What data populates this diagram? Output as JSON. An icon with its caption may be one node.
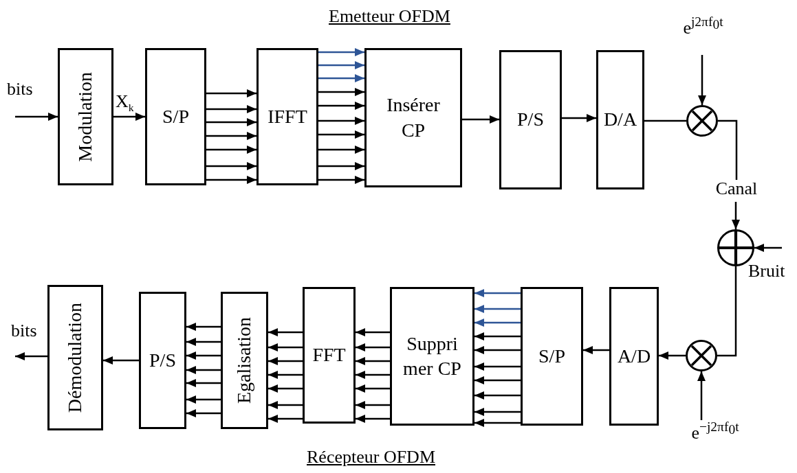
{
  "diagram": {
    "nodes": [
      {
        "text": [
          "Modulation"
        ]
      },
      {
        "text": [
          "S/P"
        ]
      },
      {
        "text": [
          "IFFT"
        ]
      },
      {
        "text": [
          "Insérer CP"
        ]
      },
      {
        "text": [
          "P/S"
        ]
      },
      {
        "text": [
          "D/A"
        ]
      },
      {
        "text": [
          "e$^{j2πf}$$_{0}$$^{t}$"
        ]
      },
      {
        "text": [],
        "shape": "circle"
      },
      {
        "text": [
          "Canal"
        ]
      },
      {
        "text": [],
        "shape": "circle"
      },
      {
        "text": [
          "Démodulation"
        ]
      },
      {
        "text": [
          "P/S"
        ]
      },
      {
        "text": [
          "Egalisation"
        ]
      },
      {
        "text": [
          "FFT"
        ]
      },
      {
        "text": [
          "Suppri mer CP"
        ]
      },
      {
        "text": [
          "S/P"
        ]
      },
      {
        "text": [
          "A/D"
        ]
      },
      {
        "text": [],
        "shape": "circle"
      },
      {
        "text": [
          "e$^{−j2πf}$$_{0}$$^{t}$"
        ]
      }
    ],
    "edges": [
      {
        "from": null,
        "to": 0,
        "arrow": "to",
        "label": "bits"
      },
      {
        "from": 0,
        "to": 1,
        "arrow": "to",
        "label": "X$_{k}$"
      },
      {
        "from": 1,
        "to": 2,
        "arrow": "to"
      },
      {
        "from": 1,
        "to": 2,
        "arrow": "to"
      },
      {
        "from": 1,
        "to": 2,
        "arrow": "to"
      },
      {
        "from": 1,
        "to": 2,
        "arrow": "to"
      },
      {
        "from": 1,
        "to": 2,
        "arrow": "to"
      },
      {
        "from": 1,
        "to": 2,
        "arrow": "to"
      },
      {
        "from": 1,
        "to": 2,
        "arrow": "to"
      },
      {
        "from": 2,
        "to": 3,
        "arrow": "to",
        "color": "#2e5596"
      },
      {
        "from": 2,
        "to": 3,
        "arrow": "to",
        "color": "#2e5596"
      },
      {
        "from": 2,
        "to": 3,
        "arrow": "to",
        "color": "#2e5596"
      },
      {
        "from": 2,
        "to": 3,
        "arrow": "to"
      },
      {
        "from": 2,
        "to": 3,
        "arrow": "to"
      },
      {
        "from": 2,
        "to": 3,
        "arrow": "to"
      },
      {
        "from": 2,
        "to": 3,
        "arrow": "to"
      },
      {
        "from": 2,
        "to": 3,
        "arrow": "to"
      },
      {
        "from": 2,
        "to": 3,
        "arrow": "to"
      },
      {
        "from": 2,
        "to": 3,
        "arrow": "to"
      },
      {
        "from": 3,
        "to": 4,
        "arrow": "to"
      },
      {
        "from": 4,
        "to": 5,
        "arrow": "to"
      },
      {
        "from": 5,
        "to": 7,
        "arrow": "none"
      },
      {
        "from": 6,
        "to": 7,
        "arrow": "to"
      },
      {
        "from": 7,
        "to": 8,
        "arrow": "none"
      },
      {
        "from": 8,
        "to": 9,
        "arrow": "to"
      },
      {
        "from": null,
        "to": 9,
        "arrow": "to",
        "label": "Bruit"
      },
      {
        "from": 9,
        "to": 17,
        "arrow": "none"
      },
      {
        "from": 18,
        "to": 17,
        "arrow": "to"
      },
      {
        "from": 17,
        "to": 16,
        "arrow": "to"
      },
      {
        "from": 16,
        "to": 15,
        "arrow": "to"
      },
      {
        "from": 15,
        "to": 14,
        "arrow": "to",
        "color": "#2e5596"
      },
      {
        "from": 15,
        "to": 14,
        "arrow": "to",
        "color": "#2e5596"
      },
      {
        "from": 15,
        "to": 14,
        "arrow": "to",
        "color": "#2e5596"
      },
      {
        "from": 15,
        "to": 14,
        "arrow": "to"
      },
      {
        "from": 15,
        "to": 14,
        "arrow": "to"
      },
      {
        "from": 15,
        "to": 14,
        "arrow": "to"
      },
      {
        "from": 15,
        "to": 14,
        "arrow": "to"
      },
      {
        "from": 15,
        "to": 14,
        "arrow": "to"
      },
      {
        "from": 15,
        "to": 14,
        "arrow": "to"
      },
      {
        "from": 15,
        "to": 14,
        "arrow": "to"
      },
      {
        "from": 14,
        "to": 13,
        "arrow": "to"
      },
      {
        "from": 14,
        "to": 13,
        "arrow": "to"
      },
      {
        "from": 14,
        "to": 13,
        "arrow": "to"
      },
      {
        "from": 14,
        "to": 13,
        "arrow": "to"
      },
      {
        "from": 14,
        "to": 13,
        "arrow": "to"
      },
      {
        "from": 14,
        "to": 13,
        "arrow": "to"
      },
      {
        "from": 14,
        "to": 13,
        "arrow": "to"
      },
      {
        "from": 13,
        "to": 12,
        "arrow": "to"
      },
      {
        "from": 13,
        "to": 12,
        "arrow": "to"
      },
      {
        "from": 13,
        "to": 12,
        "arrow": "to"
      },
      {
        "from": 13,
        "to": 12,
        "arrow": "to"
      },
      {
        "from": 13,
        "to": 12,
        "arrow": "to"
      },
      {
        "from": 13,
        "to": 12,
        "arrow": "to"
      },
      {
        "from": 13,
        "to": 12,
        "arrow": "to"
      },
      {
        "from": 12,
        "to": 11,
        "arrow": "to"
      },
      {
        "from": 12,
        "to": 11,
        "arrow": "to"
      },
      {
        "from": 12,
        "to": 11,
        "arrow": "to"
      },
      {
        "from": 12,
        "to": 11,
        "arrow": "to"
      },
      {
        "from": 12,
        "to": 11,
        "arrow": "to"
      },
      {
        "from": 12,
        "to": 11,
        "arrow": "to"
      },
      {
        "from": 12,
        "to": 11,
        "arrow": "to"
      },
      {
        "from": 11,
        "to": 10,
        "arrow": "to"
      },
      {
        "from": 10,
        "to": null,
        "arrow": "to",
        "label": "bits"
      }
    ],
    "labels": [
      "Emetteur OFDM",
      "Récepteur OFDM"
    ]
  }
}
